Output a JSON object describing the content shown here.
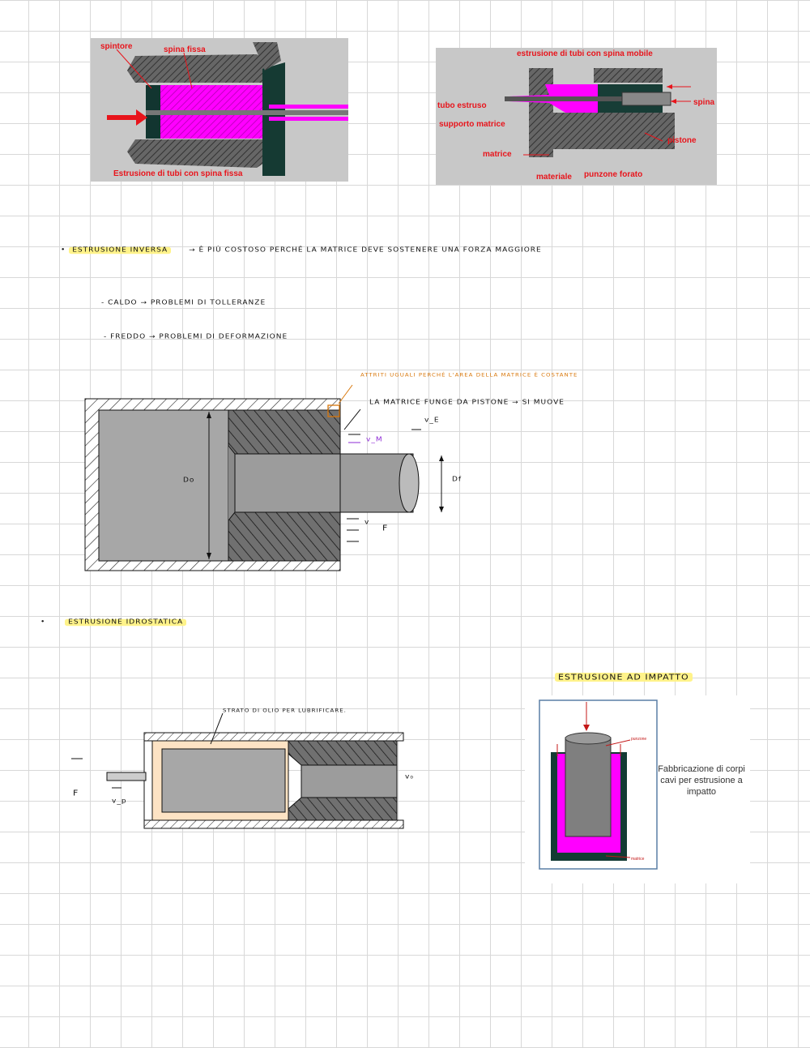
{
  "fig1": {
    "label_spintore": "spintore",
    "label_spina_fissa": "spina fissa",
    "caption": "Estrusione di tubi con spina fissa"
  },
  "fig2": {
    "title": "estrusione di tubi con spina mobile",
    "label_tubo": "tubo estruso",
    "label_supporto": "supporto matrice",
    "label_matrice": "matrice",
    "label_materiale": "materiale",
    "label_punzone": "punzone forato",
    "label_spina": "spina",
    "label_pistone": "pistone"
  },
  "notes": {
    "inversa_title": "ESTRUSIONE INVERSA",
    "inversa_text": "→ È PIÙ COSTOSO PERCHÉ LA MATRICE DEVE SOSTENERE UNA FORZA MAGGIORE",
    "caldo": "- CALDO → PROBLEMI DI TOLLERANZE",
    "freddo": "- FREDDO → PROBLEMI DI DEFORMAZIONE",
    "attriti": "ATTRITI UGUALI PERCHÉ L'AREA DELLA MATRICE È COSTANTE",
    "matrice_pistone": "LA MATRICE FUNGE DA PISTONE → SI MUOVE",
    "vm": "v_M",
    "ve": "v_E",
    "v": "v",
    "F": "F",
    "Do": "Do",
    "Df": "Df"
  },
  "idrostatica": {
    "title": "ESTRUSIONE IDROSTATICA",
    "olio": "STRATO DI OLIO PER LUBRIFICARE.",
    "F": "F",
    "vp": "v_p",
    "vo": "v₀"
  },
  "impatto": {
    "title": "ESTRUSIONE AD IMPATTO",
    "caption": "Fabbricazione di corpi cavi per estrusione a impatto",
    "label_punzone": "punzone",
    "label_matrice": "matrice"
  },
  "colors": {
    "magenta": "#ff00ff",
    "steel": "#595959",
    "highlight": "#fff38a",
    "annotation": "#d9770a"
  }
}
